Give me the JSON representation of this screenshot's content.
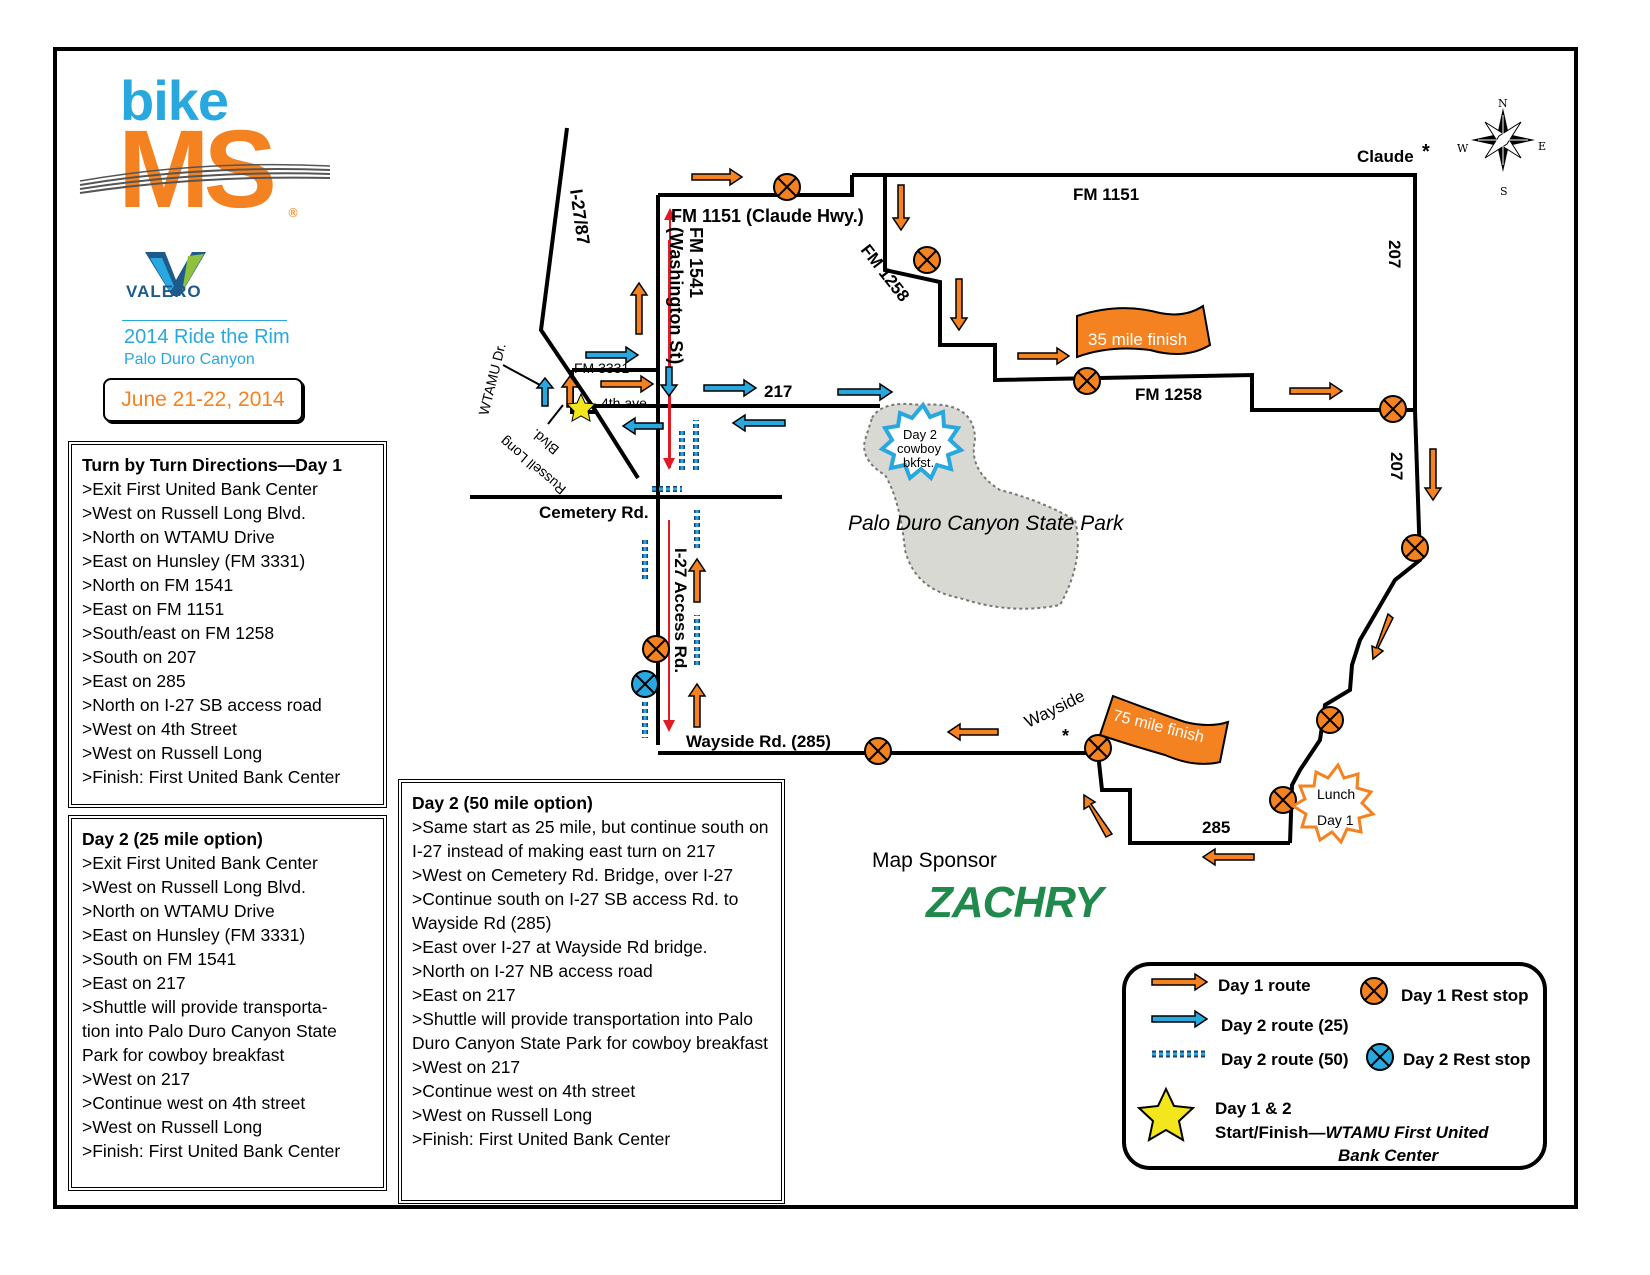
{
  "branding": {
    "bike": "bike",
    "ms": "MS",
    "registered": "®",
    "sponsor": "VALERO",
    "event_title": "2014 Ride the Rim",
    "event_subtitle": "Palo Duro Canyon",
    "dates": "June 21-22, 2014"
  },
  "colors": {
    "day1_orange": "#f58220",
    "day2_blue": "#29a8df",
    "zachry_green": "#1f8a4c",
    "park_gray": "#d9d9d4",
    "route_red": "#e01b24"
  },
  "directions_day1": {
    "heading": "Turn by Turn Directions—Day 1",
    "steps": [
      ">Exit First United Bank Center",
      ">West on Russell Long Blvd.",
      ">North on WTAMU Drive",
      ">East on Hunsley (FM 3331)",
      ">North on FM 1541",
      ">East on FM 1151",
      ">South/east on FM 1258",
      ">South on 207",
      ">East on 285",
      ">North on I-27 SB access road",
      ">West on 4th Street",
      ">West on Russell Long",
      ">Finish: First United Bank Center"
    ]
  },
  "directions_day2_25": {
    "heading": "Day 2 (25 mile option)",
    "steps": [
      ">Exit First United Bank Center",
      ">West on Russell Long Blvd.",
      ">North on WTAMU Drive",
      ">East on Hunsley (FM 3331)",
      ">South on FM 1541",
      ">East on 217",
      ">Shuttle will provide transporta-",
      "tion into Palo Duro Canyon State",
      "Park for cowboy breakfast",
      ">West on 217",
      ">Continue west on 4th street",
      ">West on Russell Long",
      ">Finish: First United Bank Center"
    ]
  },
  "directions_day2_50": {
    "heading": "Day 2 (50 mile option)",
    "steps": [
      ">Same start as 25 mile, but continue south on I-27 instead of making east turn on 217",
      ">West on Cemetery Rd. Bridge, over I-27",
      ">Continue south on I-27 SB access Rd. to Wayside Rd (285)",
      ">East over I-27 at Wayside Rd bridge.",
      ">North on I-27 NB access road",
      ">East on 217",
      ">Shuttle will provide transportation into Palo Duro Canyon State Park for cowboy breakfast",
      ">West on 217",
      ">Continue west on 4th street",
      ">West on Russell Long",
      ">Finish: First United Bank Center"
    ]
  },
  "map_labels": {
    "i27_87": "I-27/87",
    "fm1151_claude": "FM 1151 (Claude Hwy.)",
    "fm1541": "FM 1541",
    "washington": "(Washington St)",
    "fm1151": "FM 1151",
    "claude": "Claude",
    "star": "*",
    "fm1258_diag": "FM 1258",
    "fm1258": "FM 1258",
    "r207_a": "207",
    "r207_b": "207",
    "fm3331": "FM 3331",
    "fourth_ave": "4th ave",
    "r217": "217",
    "wtamu_dr": "WTAMU Dr.",
    "russell_long": "Russell Long",
    "blvd": "Blvd.",
    "cemetery": "Cemetery Rd.",
    "i27_access": "I-27 Access Rd.",
    "wayside_rd": "Wayside Rd. (285)",
    "wayside": "Wayside",
    "r285": "285",
    "park": "Palo Duro Canyon State Park",
    "cowboy_1": "Day 2",
    "cowboy_2": "cowboy",
    "cowboy_3": "bkfst.",
    "lunch_1": "Lunch",
    "lunch_2": "Day 1",
    "finish35": "35 mile finish",
    "finish75": "75 mile finish",
    "compass_n": "N",
    "compass_e": "E",
    "compass_s": "S",
    "compass_w": "W"
  },
  "sponsor": {
    "label": "Map Sponsor",
    "name": "ZACHRY"
  },
  "legend": {
    "day1_route": "Day 1 route",
    "day2_route_25": "Day 2 route (25)",
    "day2_route_50": "Day 2 route (50)",
    "day1_rest": "Day 1 Rest stop",
    "day2_rest": "Day 2 Rest stop",
    "start_1": "Day 1 & 2",
    "start_2": "Start/Finish—",
    "start_3": "WTAMU First United",
    "start_4": "Bank Center"
  }
}
